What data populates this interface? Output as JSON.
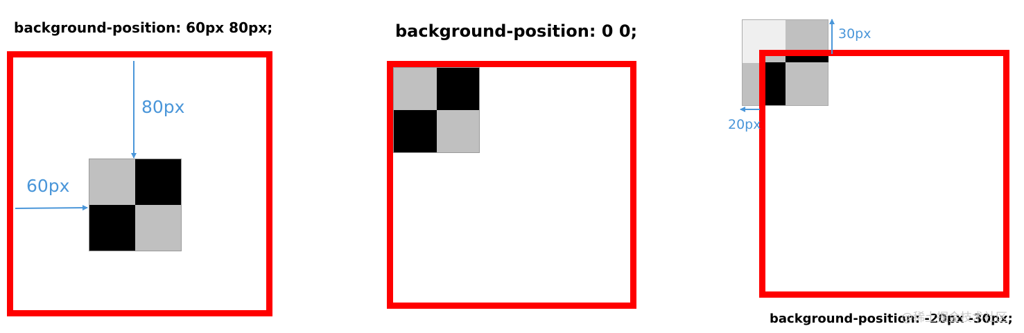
{
  "panels": [
    {
      "caption": "background-position: 60px 80px;",
      "label_x": "60px",
      "label_y": "80px"
    },
    {
      "caption": "background-position: 0 0;"
    },
    {
      "caption": "background-position: -20px -30px;",
      "label_x": "20px",
      "label_y": "30px"
    }
  ],
  "colors": {
    "frame": "#ff0000",
    "arrow": "#4a96d9",
    "tile_light": "#c0c0c0",
    "tile_dark": "#000000"
  },
  "watermark": "@稀土掘金技术社区"
}
